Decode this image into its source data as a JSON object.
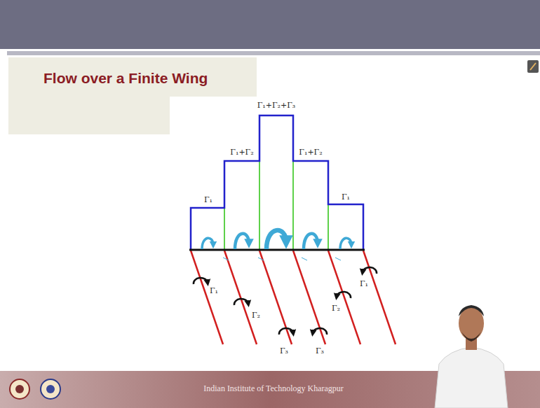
{
  "diagram": {
    "title": "Flow over a Finite Wing",
    "labels": [
      "Γ₁+Γ₂+Γ₃",
      "Γ₁+Γ₂",
      "Γ₁+Γ₂",
      "Γ₁",
      "Γ₁",
      "Γ₁",
      "Γ₂",
      "Γ₃",
      "Γ₃",
      "Γ₂",
      "Γ₁",
      "Indian Institute of Technology Kharagpur"
    ]
  }
}
